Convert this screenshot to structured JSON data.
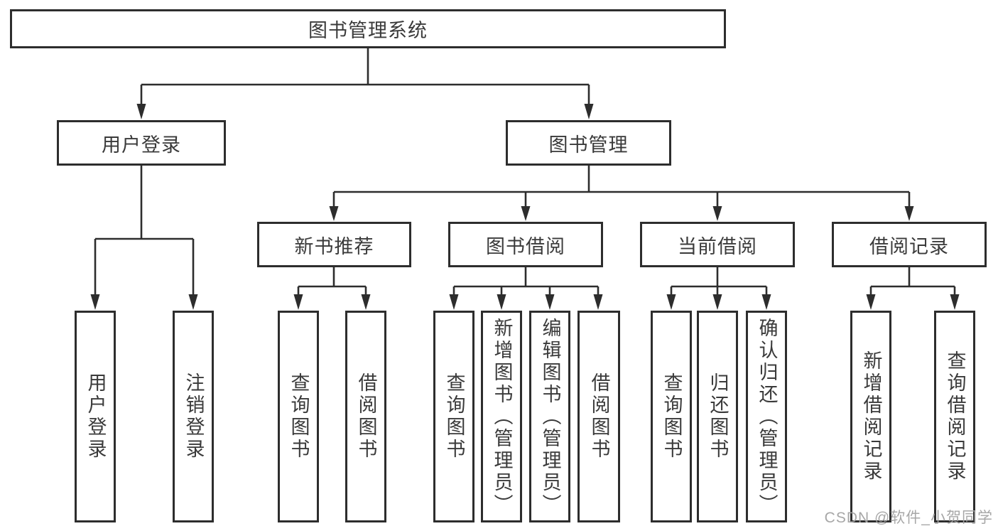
{
  "diagram": {
    "title": "图书管理系统",
    "nodes": {
      "root": {
        "label": "图书管理系统"
      },
      "login": {
        "label": "用户登录",
        "children": [
          "用户登录",
          "注销登录"
        ]
      },
      "management": {
        "label": "图书管理"
      },
      "sections": [
        {
          "label": "新书推荐",
          "children": [
            "查询图书",
            "借阅图书"
          ]
        },
        {
          "label": "图书借阅",
          "children": [
            "查询图书",
            "新增图书（管理员）",
            "编辑图书（管理员）",
            "借阅图书"
          ]
        },
        {
          "label": "当前借阅",
          "children": [
            "查询图书",
            "归还图书",
            "确认归还（管理员）"
          ]
        },
        {
          "label": "借阅记录",
          "children": [
            "新增借阅记录",
            "查询借阅记录"
          ]
        }
      ]
    },
    "colors": {
      "line": "#2d2d2d",
      "text": "#3a3a3a",
      "box_background": "#ffffff",
      "watermark": "#a2a2a2"
    }
  },
  "watermark": {
    "text": "CSDN @软件_小贺同学"
  }
}
